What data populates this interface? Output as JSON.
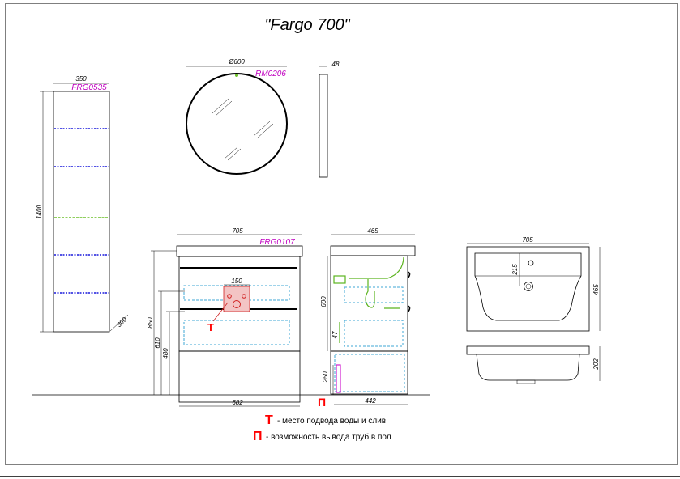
{
  "title": "\"Fargo 700\"",
  "codes": {
    "cabinet": "FRG0535",
    "mirror": "RM0206",
    "vanity": "FRG0107"
  },
  "dims": {
    "cabinet_width": "350",
    "cabinet_height": "1400",
    "cabinet_depth": "300",
    "mirror_diameter": "Ø600",
    "mirror_depth": "48",
    "vanity_width": "705",
    "vanity_height": "850",
    "vanity_610": "610",
    "vanity_480": "480",
    "vanity_bottom": "682",
    "panel_150": "150",
    "side_depth": "465",
    "side_600": "600",
    "side_47": "47",
    "side_250": "250",
    "side_bottom": "442",
    "sink_width": "705",
    "sink_depth": "465",
    "sink_215": "215",
    "sink_height": "202"
  },
  "markers": {
    "t": "Т",
    "p": "П"
  },
  "legend": {
    "t_symbol": "Т",
    "t_text": "- место подвода воды и слив",
    "p_symbol": "П",
    "p_text": "- возможность вывода труб в пол"
  },
  "colors": {
    "code_label": "#c000c0",
    "marker_red": "#ff0000",
    "shelf_blue": "#1a1adc",
    "dashed_cyan": "#3fa7d6",
    "pipe_green": "#5bb31e"
  }
}
